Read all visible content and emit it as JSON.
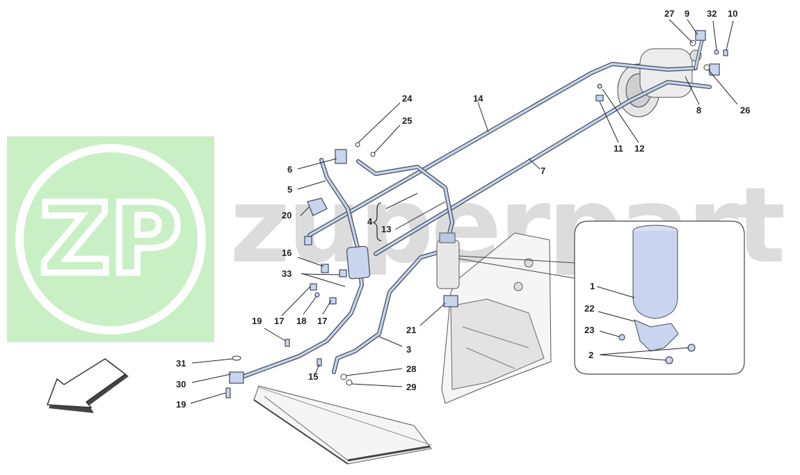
{
  "watermark": {
    "logo_text": "ZP",
    "brand_text": "zuperparts",
    "logo_color": "#c9efc4"
  },
  "callouts": [
    {
      "id": "c27",
      "text": "27"
    },
    {
      "id": "c9",
      "text": "9"
    },
    {
      "id": "c32",
      "text": "32"
    },
    {
      "id": "c10",
      "text": "10"
    },
    {
      "id": "c24",
      "text": "24"
    },
    {
      "id": "c14",
      "text": "14"
    },
    {
      "id": "c25",
      "text": "25"
    },
    {
      "id": "c8",
      "text": "8"
    },
    {
      "id": "c26",
      "text": "26"
    },
    {
      "id": "c11",
      "text": "11"
    },
    {
      "id": "c12",
      "text": "12"
    },
    {
      "id": "c6",
      "text": "6"
    },
    {
      "id": "c5",
      "text": "5"
    },
    {
      "id": "c7",
      "text": "7"
    },
    {
      "id": "c20",
      "text": "20"
    },
    {
      "id": "c4",
      "text": "4"
    },
    {
      "id": "c13",
      "text": "13"
    },
    {
      "id": "c16",
      "text": "16"
    },
    {
      "id": "c33",
      "text": "33"
    },
    {
      "id": "c1",
      "text": "1"
    },
    {
      "id": "c22",
      "text": "22"
    },
    {
      "id": "c23",
      "text": "23"
    },
    {
      "id": "c17a",
      "text": "17"
    },
    {
      "id": "c18",
      "text": "18"
    },
    {
      "id": "c17b",
      "text": "17"
    },
    {
      "id": "c19a",
      "text": "19"
    },
    {
      "id": "c21",
      "text": "21"
    },
    {
      "id": "c3",
      "text": "3"
    },
    {
      "id": "c2",
      "text": "2"
    },
    {
      "id": "c31",
      "text": "31"
    },
    {
      "id": "c28",
      "text": "28"
    },
    {
      "id": "c30",
      "text": "30"
    },
    {
      "id": "c15",
      "text": "15"
    },
    {
      "id": "c29",
      "text": "29"
    },
    {
      "id": "c19b",
      "text": "19"
    }
  ]
}
